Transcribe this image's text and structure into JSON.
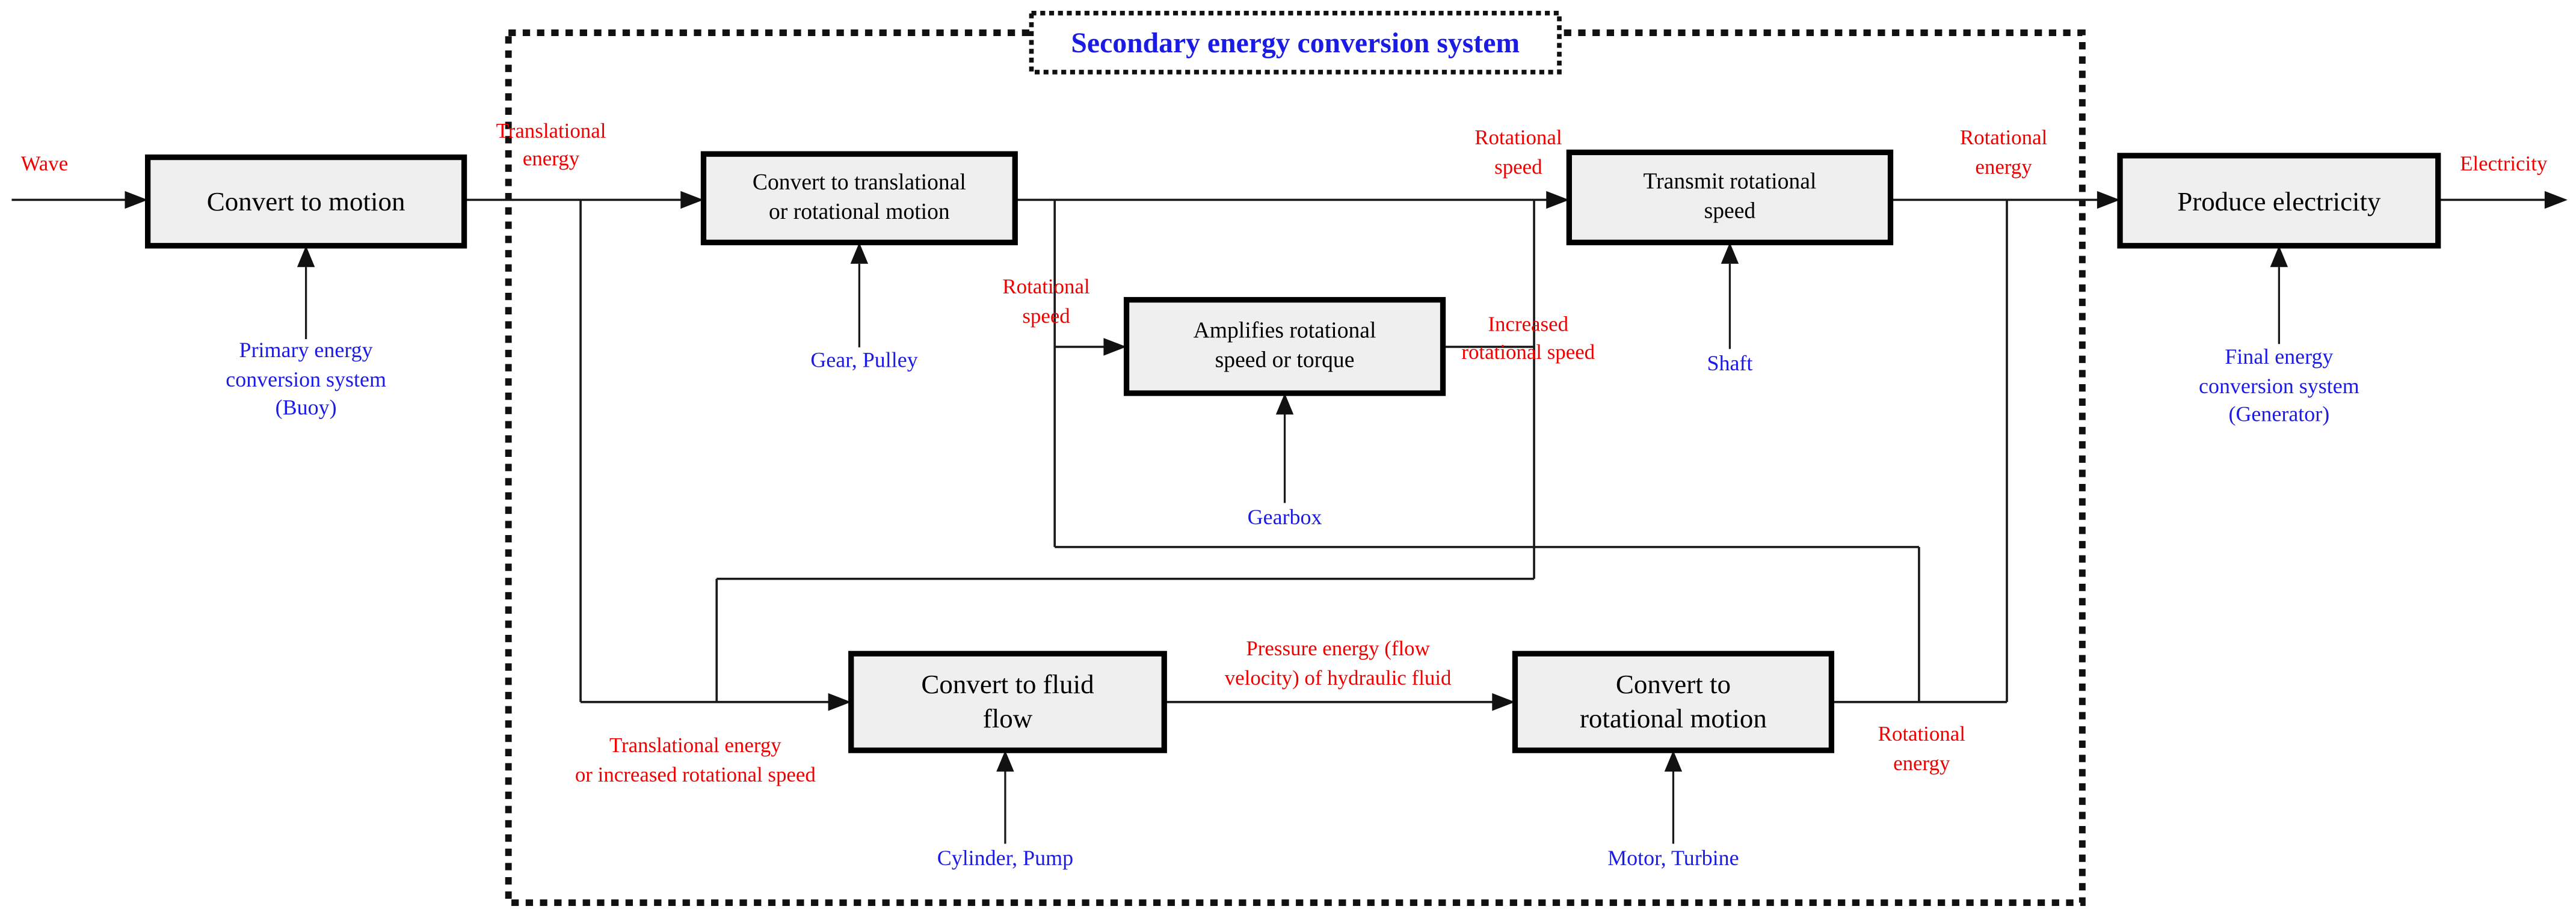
{
  "title": "Secondary energy conversion system",
  "colors": {
    "flow_label": "#f00000",
    "component_label": "#1b1be6",
    "title_text": "#1b1be6",
    "box_fill": "#efefef",
    "box_border": "#000000",
    "connector": "#1a1a1a"
  },
  "boxes": {
    "convert_to_motion": {
      "label": "Convert to motion"
    },
    "convert_translational_rotational": {
      "l1": "Convert to translational",
      "l2": "or rotational motion"
    },
    "amplifies": {
      "l1": "Amplifies rotational",
      "l2": "speed or torque"
    },
    "transmit": {
      "l1": "Transmit rotational",
      "l2": "speed"
    },
    "produce_electricity": {
      "label": "Produce electricity"
    },
    "convert_fluid_flow": {
      "l1": "Convert to fluid",
      "l2": "flow"
    },
    "convert_rotational_motion": {
      "l1": "Convert to",
      "l2": "rotational motion"
    }
  },
  "flow_labels": {
    "wave": "Wave",
    "electricity": "Electricity",
    "translational_energy": {
      "l1": "Translational",
      "l2": "energy"
    },
    "rotational_speed_gear": {
      "l1": "Rotational",
      "l2": "speed"
    },
    "increased_rotational_speed": {
      "l1": "Increased",
      "l2": "rotational speed"
    },
    "rotational_speed_shaft": {
      "l1": "Rotational",
      "l2": "speed"
    },
    "rotational_energy_top": {
      "l1": "Rotational",
      "l2": "energy"
    },
    "translational_or_increased": {
      "l1": "Translational energy",
      "l2": "or increased rotational speed"
    },
    "pressure_energy": {
      "l1": "Pressure energy (flow",
      "l2": "velocity) of hydraulic fluid"
    },
    "rotational_energy_bottom": {
      "l1": "Rotational",
      "l2": "energy"
    }
  },
  "components": {
    "primary": {
      "l1": "Primary energy",
      "l2": "conversion system",
      "l3": "(Buoy)"
    },
    "gear_pulley": "Gear, Pulley",
    "gearbox": "Gearbox",
    "shaft": "Shaft",
    "final": {
      "l1": "Final energy",
      "l2": "conversion system",
      "l3": "(Generator)"
    },
    "cylinder_pump": "Cylinder, Pump",
    "motor_turbine": "Motor, Turbine"
  }
}
